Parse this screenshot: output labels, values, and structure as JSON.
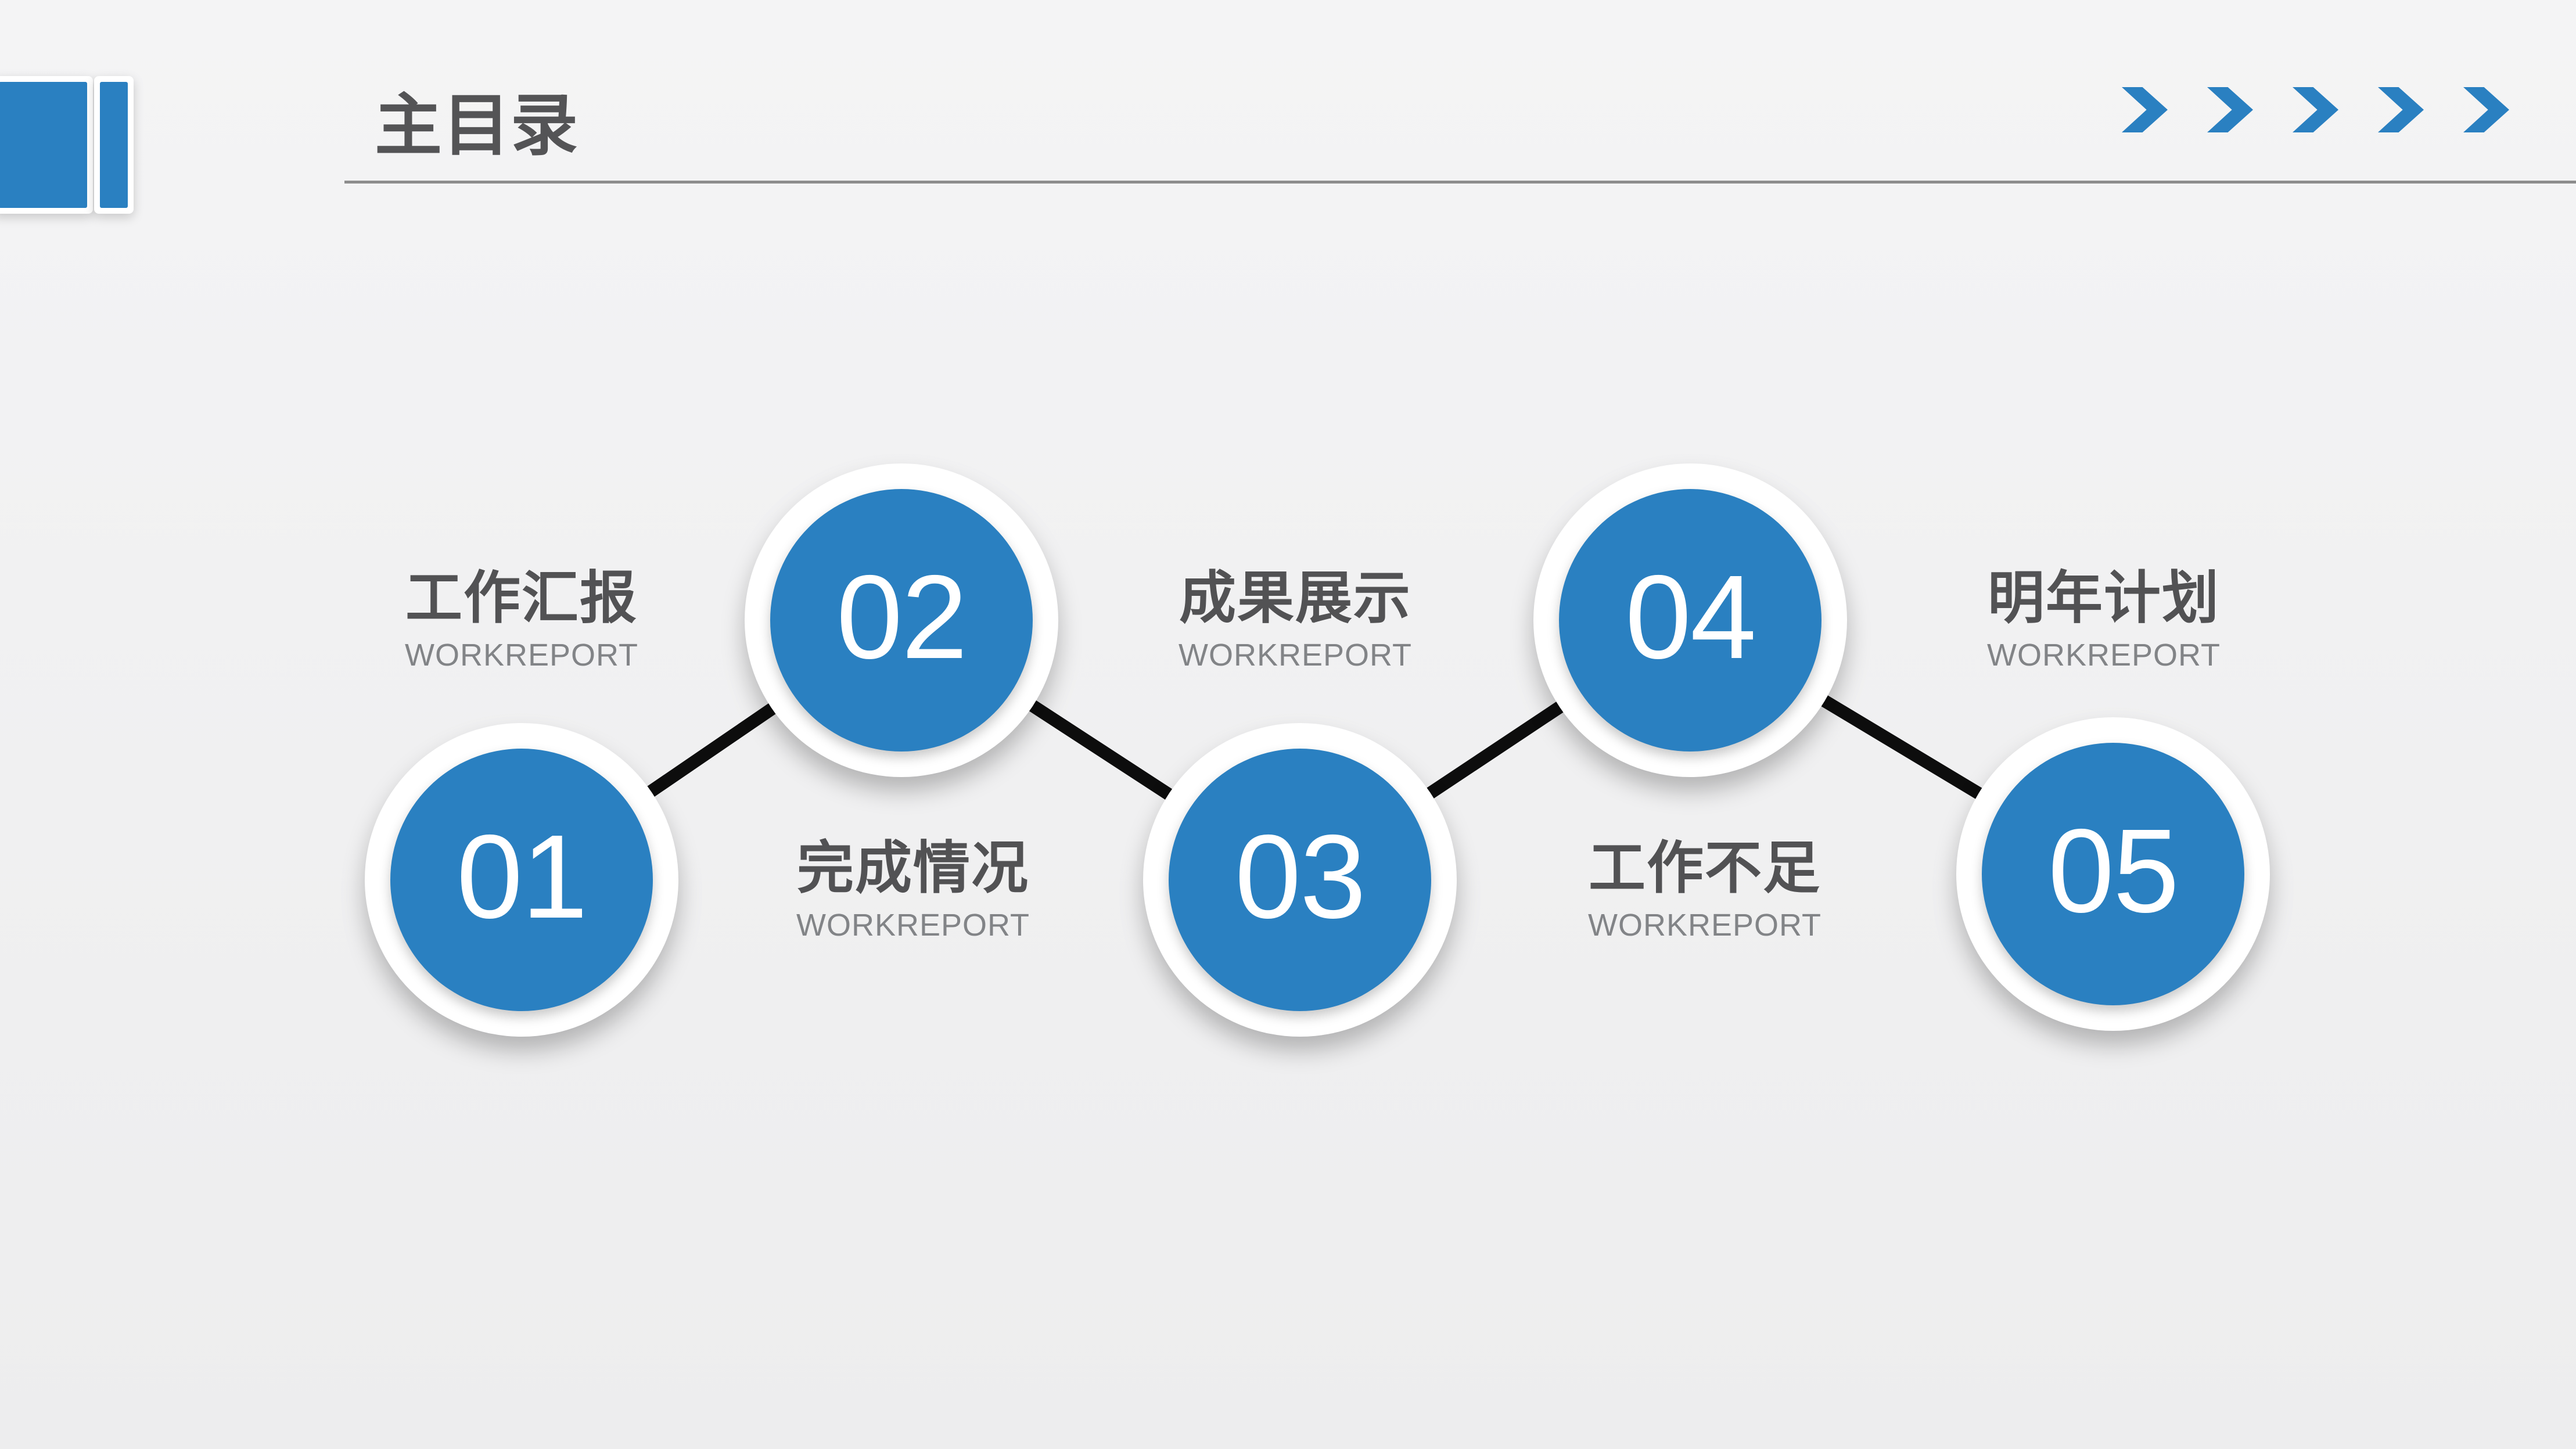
{
  "header": {
    "title": "主目录"
  },
  "decorations": {
    "logo_icon": "double-bar-logo",
    "chevron_icon": "chevron-right",
    "chevron_count": 5
  },
  "toc_items": [
    {
      "number": "01",
      "label": "工作汇报",
      "sublabel": "WORKREPORT"
    },
    {
      "number": "02",
      "label": "完成情况",
      "sublabel": "WORKREPORT"
    },
    {
      "number": "03",
      "label": "成果展示",
      "sublabel": "WORKREPORT"
    },
    {
      "number": "04",
      "label": "工作不足",
      "sublabel": "WORKREPORT"
    },
    {
      "number": "05",
      "label": "明年计划",
      "sublabel": "WORKREPORT"
    }
  ],
  "colors": {
    "accent_blue": "#2a80c1",
    "connector_black": "#0d0d0d",
    "title_text": "#545456",
    "label_text": "#525254",
    "sublabel_text": "#828487",
    "underline_gray": "#8d8d8d",
    "background": "#f1f1f2",
    "circle_ring": "#ffffff",
    "number_text": "#ffffff"
  }
}
